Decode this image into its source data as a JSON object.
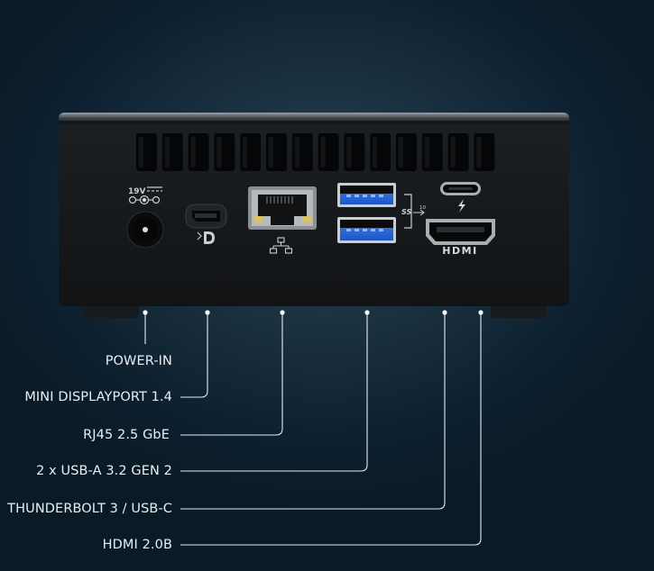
{
  "device_markings": {
    "power_voltage": "19V",
    "usb_superspeed": "SS",
    "usb_speed_suffix": "10",
    "hdmi_logo": "HDMI"
  },
  "icons": {
    "power": "dc-power-icon",
    "displayport": "displayport-icon",
    "ethernet": "ethernet-network-icon",
    "usb": "usb-superspeed-icon",
    "thunderbolt": "thunderbolt-bolt-icon"
  },
  "ports": [
    {
      "label": "POWER-IN"
    },
    {
      "label": "MINI DISPLAYPORT 1.4"
    },
    {
      "label": "RJ45 2.5 GbE"
    },
    {
      "label": "2 x USB-A 3.2 GEN 2"
    },
    {
      "label": "THUNDERBOLT 3 / USB-C"
    },
    {
      "label": "HDMI 2.0B"
    }
  ],
  "colors": {
    "background": "#0b1d29",
    "chassis": "#15181b",
    "usb_blue": "#2f6fe0",
    "label_text": "#e9eef2",
    "leader_line": "#e6ebee"
  }
}
